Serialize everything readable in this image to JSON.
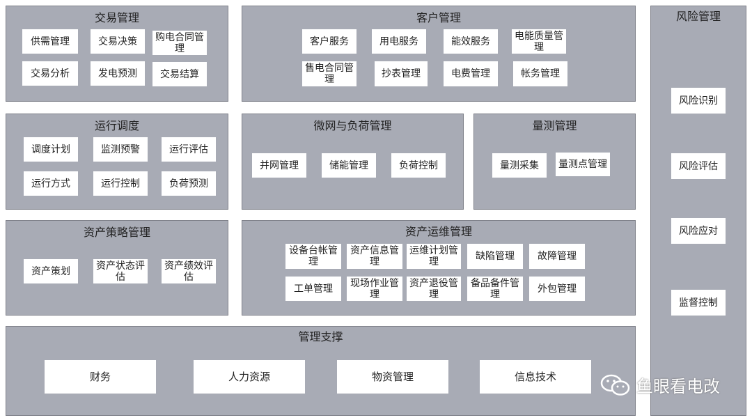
{
  "panels": {
    "trade": {
      "title": "交易管理",
      "items": [
        "供需管理",
        "交易决策",
        "购电合同管理",
        "交易分析",
        "发电预测",
        "交易结算"
      ]
    },
    "customer": {
      "title": "客户管理",
      "items": [
        "客户服务",
        "用电服务",
        "能效服务",
        "电能质量管理",
        "售电合同管理",
        "抄表管理",
        "电费管理",
        "帐务管理"
      ]
    },
    "risk": {
      "title": "风险管理",
      "items": [
        "风险识别",
        "风险评估",
        "风险应对",
        "监督控制"
      ]
    },
    "dispatch": {
      "title": "运行调度",
      "items": [
        "调度计划",
        "监测预警",
        "运行评估",
        "运行方式",
        "运行控制",
        "负荷预测"
      ]
    },
    "microgrid": {
      "title": "微网与负荷管理",
      "items": [
        "并网管理",
        "储能管理",
        "负荷控制"
      ]
    },
    "metering": {
      "title": "量测管理",
      "items": [
        "量测采集",
        "量测点管理"
      ]
    },
    "asset_strategy": {
      "title": "资产策略管理",
      "items": [
        "资产策划",
        "资产状态评估",
        "资产绩效评估"
      ]
    },
    "asset_ops": {
      "title": "资产运维管理",
      "items": [
        "设备台帐管理",
        "资产信息管理",
        "运维计划管理",
        "缺陷管理",
        "故障管理",
        "工单管理",
        "现场作业管理",
        "资产退役管理",
        "备品备件管理",
        "外包管理"
      ]
    },
    "support": {
      "title": "管理支撑",
      "items": [
        "财务",
        "人力资源",
        "物资管理",
        "信息技术"
      ]
    }
  },
  "watermark": {
    "text": "鱼眼看电改",
    "icon": "wechat-icon"
  }
}
